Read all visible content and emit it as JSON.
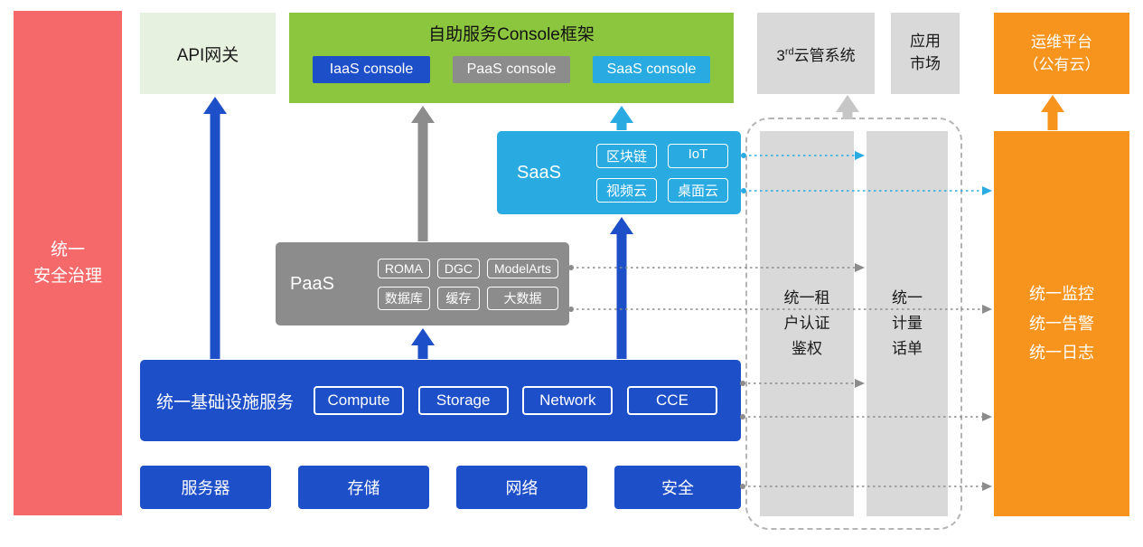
{
  "colors": {
    "red": "#f5696b",
    "light_green": "#e6f2df",
    "green": "#8cc63f",
    "blue": "#1d4fc8",
    "gray": "#8c8c8c",
    "cyan": "#29abe2",
    "light_gray": "#d9d9d9",
    "orange": "#f7941e"
  },
  "security_bar": {
    "label": "统一\n安全治理"
  },
  "api_gateway": {
    "label": "API网关"
  },
  "console_framework": {
    "title": "自助服务Console框架",
    "badges": [
      {
        "label": "IaaS console"
      },
      {
        "label": "PaaS console"
      },
      {
        "label": "SaaS console"
      }
    ]
  },
  "third_party_cms": {
    "num": "3",
    "sup": "rd",
    "text": "云管系统"
  },
  "app_market": {
    "label": "应用\n市场"
  },
  "om_platform": {
    "label": "运维平台\n（公有云）"
  },
  "saas": {
    "label": "SaaS",
    "badges": [
      "区块链",
      "IoT",
      "视频云",
      "桌面云"
    ]
  },
  "paas": {
    "label": "PaaS",
    "badges": [
      "ROMA",
      "DGC",
      "ModelArts",
      "数据库",
      "缓存",
      "大数据"
    ]
  },
  "infrastructure": {
    "label": "统一基础设施服务",
    "badges": [
      "Compute",
      "Storage",
      "Network",
      "CCE"
    ]
  },
  "base_layer": [
    "服务器",
    "存储",
    "网络",
    "安全"
  ],
  "auth_bar": {
    "label": "统一租\n户认证\n鉴权"
  },
  "metering_bar": {
    "label": "统一\n计量\n话单"
  },
  "monitor_bar": {
    "label": "统一监控\n统一告警\n统一日志"
  }
}
